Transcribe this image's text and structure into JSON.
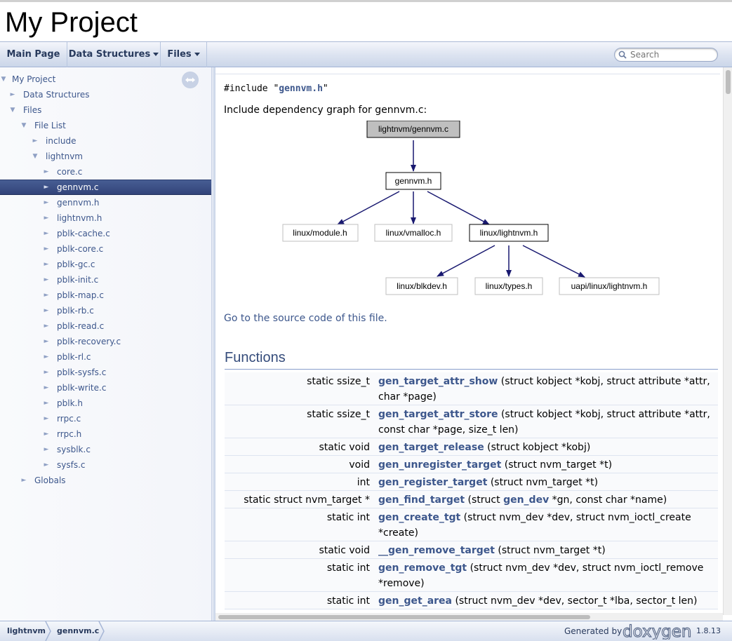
{
  "project_title": "My Project",
  "navbar": {
    "tabs": [
      {
        "label": "Main Page"
      },
      {
        "label": "Data Structures"
      },
      {
        "label": "Files"
      }
    ],
    "search_placeholder": "Search"
  },
  "sidebar": {
    "items": [
      {
        "label": "My Project",
        "arrow": "▼"
      },
      {
        "label": "Data Structures",
        "arrow": "►"
      },
      {
        "label": "Files",
        "arrow": "▼"
      },
      {
        "label": "File List",
        "arrow": "▼"
      },
      {
        "label": "include",
        "arrow": "►"
      },
      {
        "label": "lightnvm",
        "arrow": "▼"
      },
      {
        "label": "core.c",
        "arrow": "►"
      },
      {
        "label": "gennvm.c",
        "arrow": "►"
      },
      {
        "label": "gennvm.h",
        "arrow": "►"
      },
      {
        "label": "lightnvm.h",
        "arrow": "►"
      },
      {
        "label": "pblk-cache.c",
        "arrow": "►"
      },
      {
        "label": "pblk-core.c",
        "arrow": "►"
      },
      {
        "label": "pblk-gc.c",
        "arrow": "►"
      },
      {
        "label": "pblk-init.c",
        "arrow": "►"
      },
      {
        "label": "pblk-map.c",
        "arrow": "►"
      },
      {
        "label": "pblk-rb.c",
        "arrow": "►"
      },
      {
        "label": "pblk-read.c",
        "arrow": "►"
      },
      {
        "label": "pblk-recovery.c",
        "arrow": "►"
      },
      {
        "label": "pblk-rl.c",
        "arrow": "►"
      },
      {
        "label": "pblk-sysfs.c",
        "arrow": "►"
      },
      {
        "label": "pblk-write.c",
        "arrow": "►"
      },
      {
        "label": "pblk.h",
        "arrow": "►"
      },
      {
        "label": "rrpc.c",
        "arrow": "►"
      },
      {
        "label": "rrpc.h",
        "arrow": "►"
      },
      {
        "label": "sysblk.c",
        "arrow": "►"
      },
      {
        "label": "sysfs.c",
        "arrow": "►"
      },
      {
        "label": "Globals",
        "arrow": "►"
      }
    ]
  },
  "content": {
    "include_prefix": "#include \"",
    "include_file": "gennvm.h",
    "include_suffix": "\"",
    "dep_caption": "Include dependency graph for gennvm.c:",
    "graph": {
      "nodes": [
        "lightnvm/gennvm.c",
        "gennvm.h",
        "linux/module.h",
        "linux/vmalloc.h",
        "linux/lightnvm.h",
        "linux/blkdev.h",
        "linux/types.h",
        "uapi/linux/lightnvm.h"
      ]
    },
    "source_link": "Go to the source code of this file.",
    "functions_heading": "Functions",
    "functions": [
      {
        "ret": "static ssize_t",
        "name": "gen_target_attr_show",
        "args": " (struct kobject *kobj, struct attribute *attr, char *page)"
      },
      {
        "ret": "static ssize_t",
        "name": "gen_target_attr_store",
        "args": " (struct kobject *kobj, struct attribute *attr, const char *page, size_t len)"
      },
      {
        "ret": "static void",
        "name": "gen_target_release",
        "args": " (struct kobject *kobj)"
      },
      {
        "ret": "void",
        "name": "gen_unregister_target",
        "args": " (struct nvm_target *t)"
      },
      {
        "ret": "int",
        "name": "gen_register_target",
        "args": " (struct nvm_target *t)"
      },
      {
        "ret": "static struct nvm_target *",
        "name": "gen_find_target",
        "args_pre": " (struct ",
        "args_link": "gen_dev",
        "args": " *gn, const char *name)"
      },
      {
        "ret": "static int",
        "name": "gen_create_tgt",
        "args": " (struct nvm_dev *dev, struct nvm_ioctl_create *create)"
      },
      {
        "ret": "static void",
        "name": "__gen_remove_target",
        "args": " (struct nvm_target *t)"
      },
      {
        "ret": "static int",
        "name": "gen_remove_tgt",
        "args": " (struct nvm_dev *dev, struct nvm_ioctl_remove *remove)"
      },
      {
        "ret": "static int",
        "name": "gen_get_area",
        "args": " (struct nvm_dev *dev, sector_t *lba, sector_t len)"
      }
    ]
  },
  "footer": {
    "breadcrumbs": [
      "lightnvm",
      "gennvm.c"
    ],
    "generated_by": "Generated by",
    "logo_text": "doxygen",
    "version": "1.8.13"
  },
  "colors": {
    "link": "#3d578c",
    "selected_bg": "#3b4f86",
    "heading": "#354c7b"
  }
}
